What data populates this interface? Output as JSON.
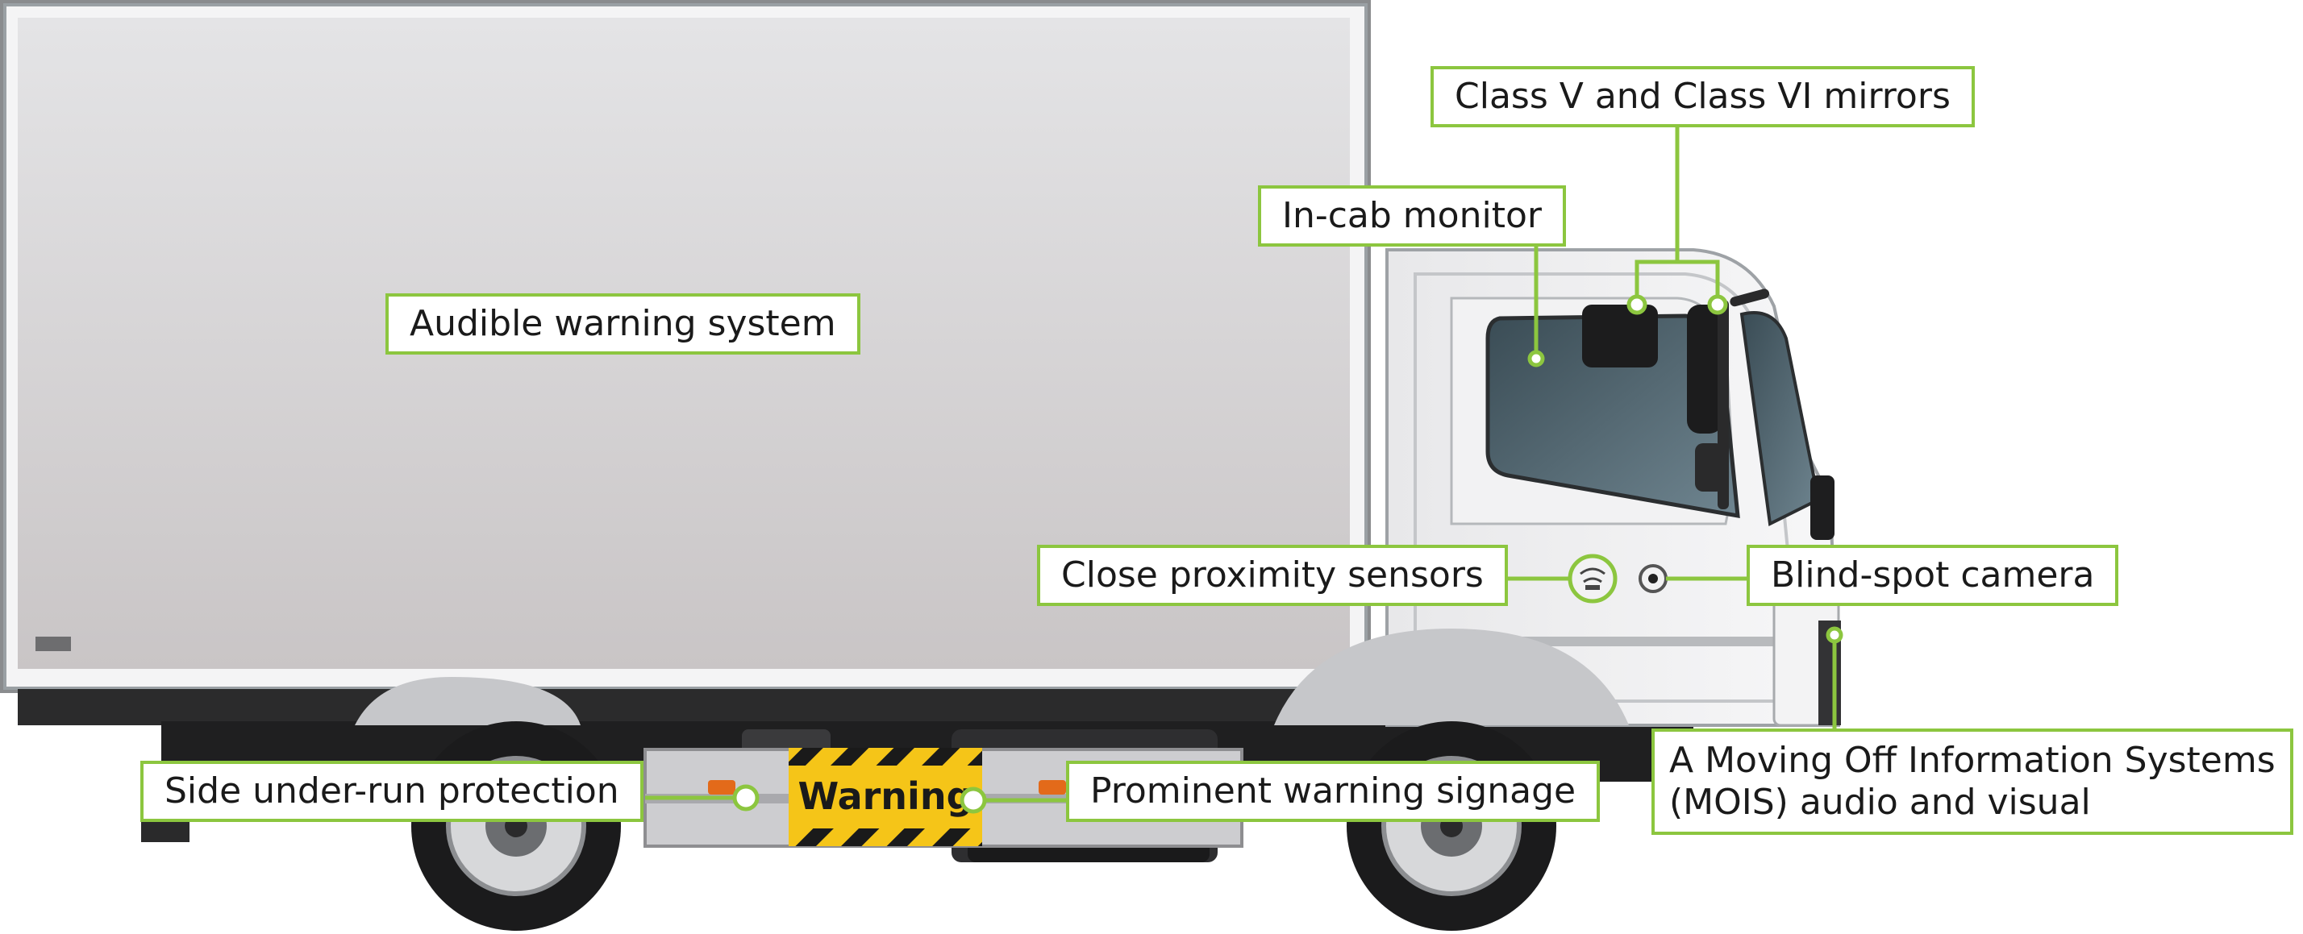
{
  "labels": {
    "mirrors": "Class V and Class VI mirrors",
    "monitor": "In-cab monitor",
    "audible": "Audible warning system",
    "sensors": "Close proximity sensors",
    "camera": "Blind-spot camera",
    "mois_line1": "A Moving Off Information Systems",
    "mois_line2": "(MOIS) audio and visual",
    "underrun": "Side under-run protection",
    "signage": "Prominent warning signage"
  },
  "sign_text": "Warning",
  "colors": {
    "callout_border": "#8cc63f",
    "warning_yellow": "#f5c518",
    "warning_black": "#1a1a1a"
  }
}
